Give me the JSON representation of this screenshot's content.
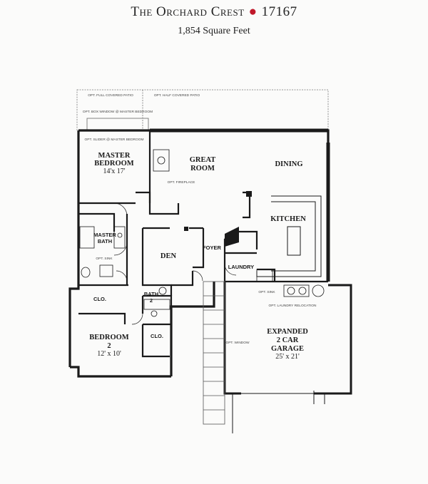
{
  "header": {
    "title_name": "The Orchard Crest",
    "title_number": "17167",
    "subtitle": "1,854 Square Feet"
  },
  "colors": {
    "accent": "#c0182a",
    "wall": "#1a1a1a"
  },
  "rooms": {
    "master_bedroom": {
      "line1": "MASTER",
      "line2": "BEDROOM",
      "dims": "14'x 17'"
    },
    "great_room": {
      "line1": "GREAT",
      "line2": "ROOM"
    },
    "dining": "DINING",
    "kitchen": "KITCHEN",
    "master_bath": {
      "line1": "MASTER",
      "line2": "BATH"
    },
    "den": "DEN",
    "foyer": "FOYER",
    "laundry": "LAUNDRY",
    "closet_master": "CLO.",
    "bath2": {
      "line1": "BATH",
      "line2": "2"
    },
    "closet_bed2": "CLO.",
    "bedroom2": {
      "line1": "BEDROOM",
      "line2": "2",
      "dims": "12' x 10'"
    },
    "garage": {
      "line1": "EXPANDED",
      "line2": "2 CAR",
      "line3": "GARAGE",
      "dims": "25' x 21'"
    }
  },
  "options": {
    "full_patio": "OPT. FULL COVERED PATIO",
    "half_patio": "OPT. HALF COVERED PATIO",
    "box_window": "OPT. BOX WINDOW @ MASTER BEDROOM",
    "slider": "OPT. SLIDER @ MASTER BEDROOM",
    "fireplace": "OPT. FIREPLACE",
    "sink_master": "OPT. SINK",
    "sink_laundry": "OPT. SINK",
    "laundry_relocation": "OPT. LAUNDRY RELOCATION",
    "garage_window": "OPT. WINDOW"
  }
}
